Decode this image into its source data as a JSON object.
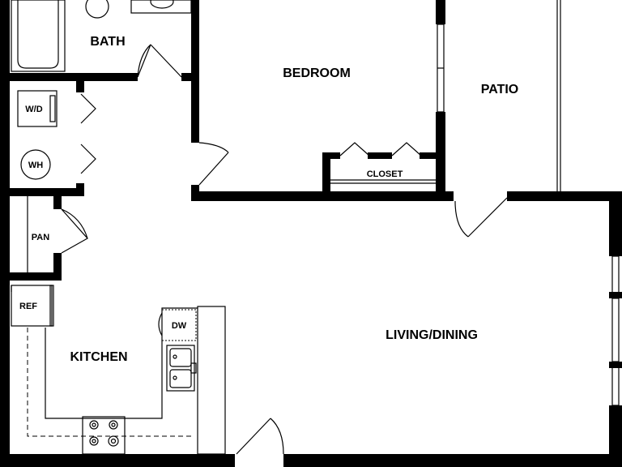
{
  "floor_plan": {
    "rooms": {
      "bath": "BATH",
      "bedroom": "BEDROOM",
      "patio": "PATIO",
      "closet": "CLOSET",
      "living_dining": "LIVING/DINING",
      "kitchen": "KITCHEN"
    },
    "fixtures": {
      "washer_dryer": "W/D",
      "water_heater": "WH",
      "pantry": "PAN",
      "refrigerator": "REF",
      "dishwasher": "DW"
    },
    "colors": {
      "wall": "#000000",
      "background": "#ffffff"
    }
  }
}
